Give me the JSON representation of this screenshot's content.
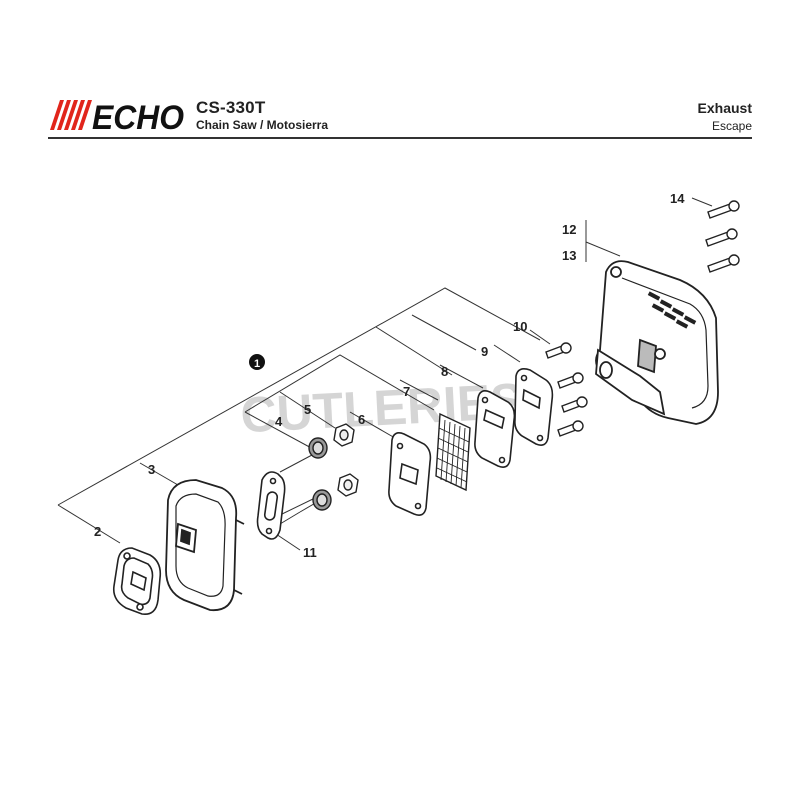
{
  "header": {
    "brand": "ECHO",
    "model": "CS-330T",
    "product": "Chain Saw / Motosierra",
    "section_en": "Exhaust",
    "section_es": "Escape"
  },
  "watermark": "CUTLERIES",
  "callouts": {
    "kit": "1",
    "p2": "2",
    "p3": "3",
    "p4": "4",
    "p5": "5",
    "p6": "6",
    "p7": "7",
    "p8": "8",
    "p9": "9",
    "p10": "10",
    "p11": "11",
    "p12": "12",
    "p13": "13",
    "p14": "14"
  },
  "colors": {
    "brand_red": "#e1251b",
    "ink": "#222222",
    "line": "#333333",
    "watermark": "#c8c8c8"
  }
}
